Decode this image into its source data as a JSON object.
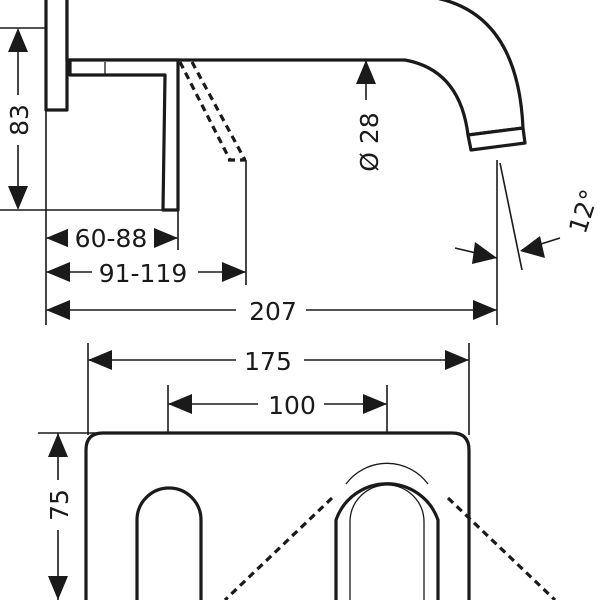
{
  "dimensions": {
    "spout_height": "83",
    "lever_projection": "60-88",
    "lever_dashed_projection": "91-119",
    "total_projection": "207",
    "spout_diameter": "Ø 28",
    "spout_angle": "12°",
    "plate_width": "175",
    "hole_spacing": "100",
    "plate_height": "75"
  },
  "colors": {
    "line": "#1a1a1a",
    "background": "#ffffff"
  }
}
